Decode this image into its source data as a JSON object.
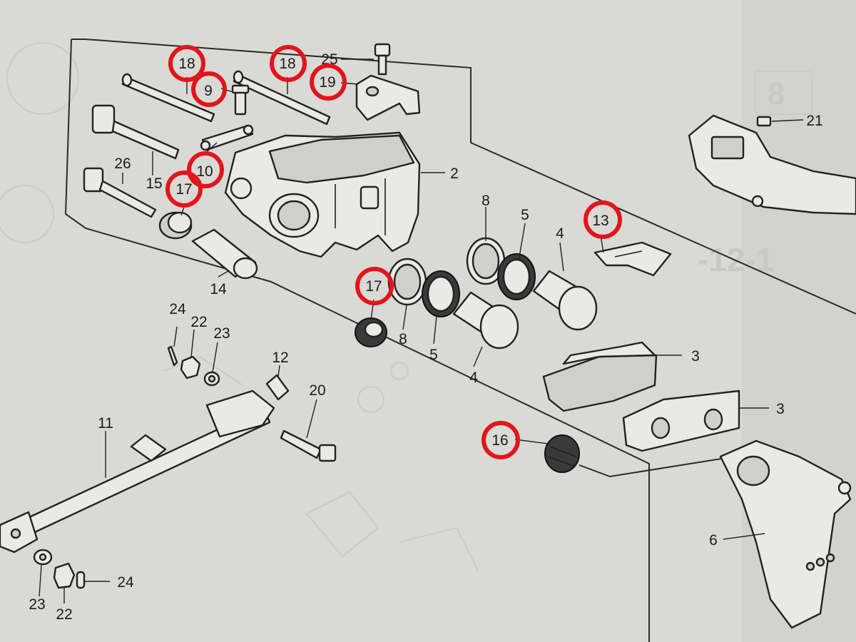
{
  "diagram": {
    "ghost_text": {
      "section_number": "8",
      "side_code": "-12-1"
    },
    "callouts": [
      {
        "id": "c18a",
        "text": "18",
        "circled": true
      },
      {
        "id": "c9",
        "text": "9",
        "circled": true
      },
      {
        "id": "c18b",
        "text": "18",
        "circled": true
      },
      {
        "id": "c19",
        "text": "19",
        "circled": true
      },
      {
        "id": "c25",
        "text": "25",
        "circled": false
      },
      {
        "id": "c21",
        "text": "21",
        "circled": false
      },
      {
        "id": "c26",
        "text": "26",
        "circled": false
      },
      {
        "id": "c15",
        "text": "15",
        "circled": false
      },
      {
        "id": "c10",
        "text": "10",
        "circled": true
      },
      {
        "id": "c17a",
        "text": "17",
        "circled": true
      },
      {
        "id": "c2",
        "text": "2",
        "circled": false
      },
      {
        "id": "c14",
        "text": "14",
        "circled": false
      },
      {
        "id": "c8a",
        "text": "8",
        "circled": false
      },
      {
        "id": "c5a",
        "text": "5",
        "circled": false
      },
      {
        "id": "c4a",
        "text": "4",
        "circled": false
      },
      {
        "id": "c13",
        "text": "13",
        "circled": true
      },
      {
        "id": "c17b",
        "text": "17",
        "circled": true
      },
      {
        "id": "c8b",
        "text": "8",
        "circled": false
      },
      {
        "id": "c5b",
        "text": "5",
        "circled": false
      },
      {
        "id": "c4b",
        "text": "4",
        "circled": false
      },
      {
        "id": "c3a",
        "text": "3",
        "circled": false
      },
      {
        "id": "c3b",
        "text": "3",
        "circled": false
      },
      {
        "id": "c24a",
        "text": "24",
        "circled": false
      },
      {
        "id": "c22a",
        "text": "22",
        "circled": false
      },
      {
        "id": "c23a",
        "text": "23",
        "circled": false
      },
      {
        "id": "c12",
        "text": "12",
        "circled": false
      },
      {
        "id": "c20",
        "text": "20",
        "circled": false
      },
      {
        "id": "c11",
        "text": "11",
        "circled": false
      },
      {
        "id": "c16",
        "text": "16",
        "circled": true
      },
      {
        "id": "c6",
        "text": "6",
        "circled": false
      },
      {
        "id": "c23b",
        "text": "23",
        "circled": false
      },
      {
        "id": "c22b",
        "text": "22",
        "circled": false
      },
      {
        "id": "c24b",
        "text": "24",
        "circled": false
      }
    ],
    "colors": {
      "paper": "#d9d9d5",
      "ink": "#1c1c1c",
      "highlight_circle": "#e2151b"
    }
  }
}
